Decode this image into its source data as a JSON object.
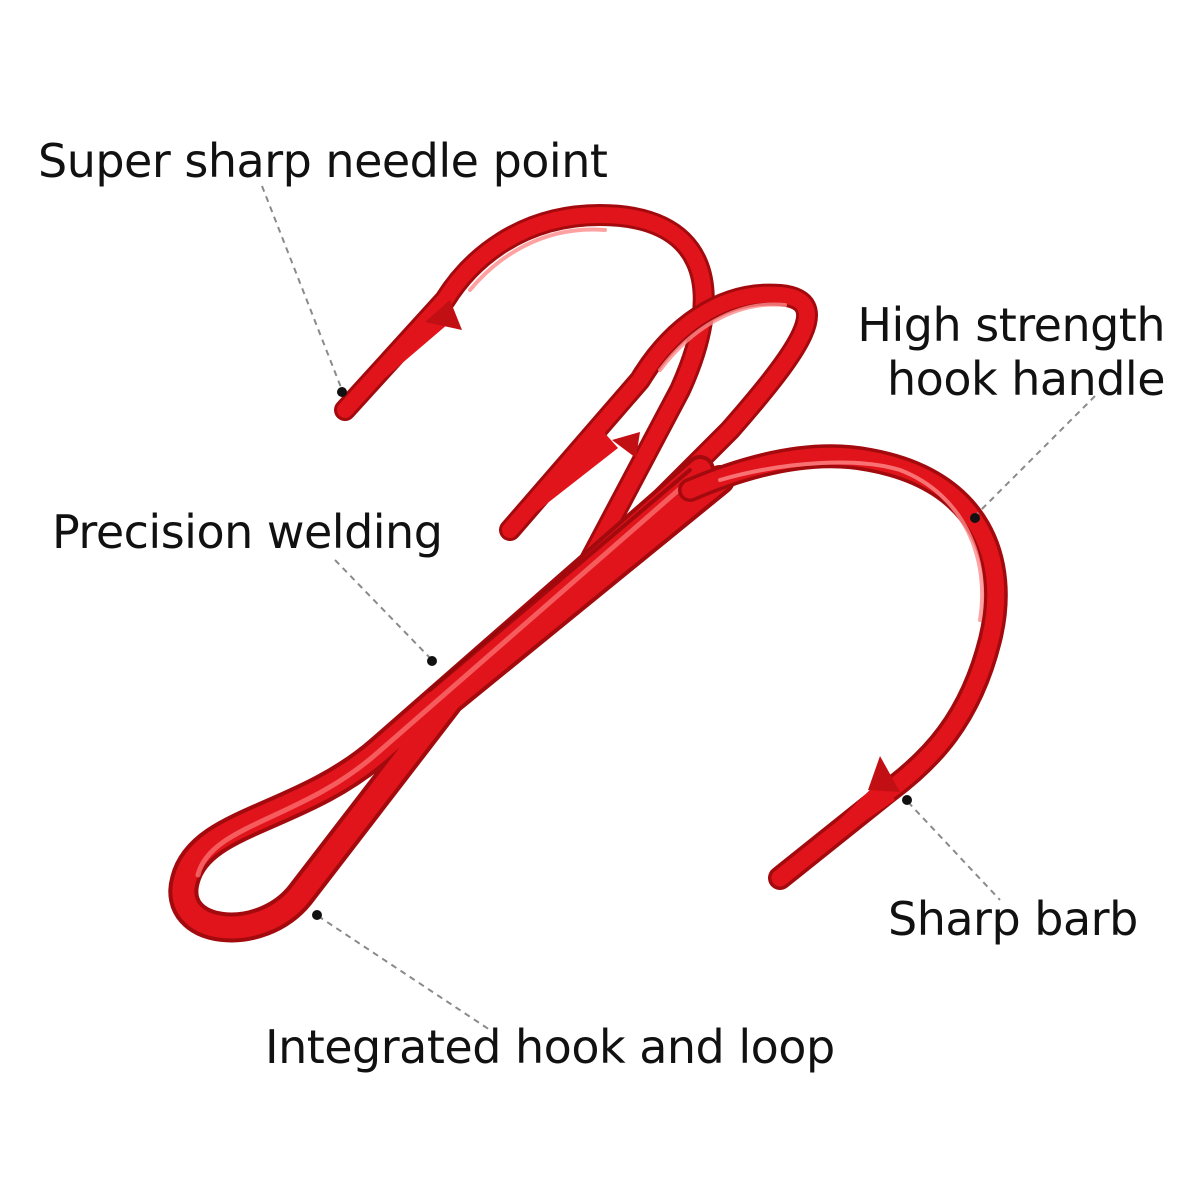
{
  "figure": {
    "hook_color": "#e0141a",
    "hook_shadow_color": "#a30a0e",
    "hook_highlight_color": "#ff8a8a",
    "leader_color": "#8a8a8a",
    "dot_color": "#111111"
  },
  "callouts": {
    "needle_point": "Super sharp needle point",
    "handle_line1": "High strength",
    "handle_line2": "hook handle",
    "welding": "Precision welding",
    "barb": "Sharp barb",
    "loop": "Integrated hook and loop"
  }
}
